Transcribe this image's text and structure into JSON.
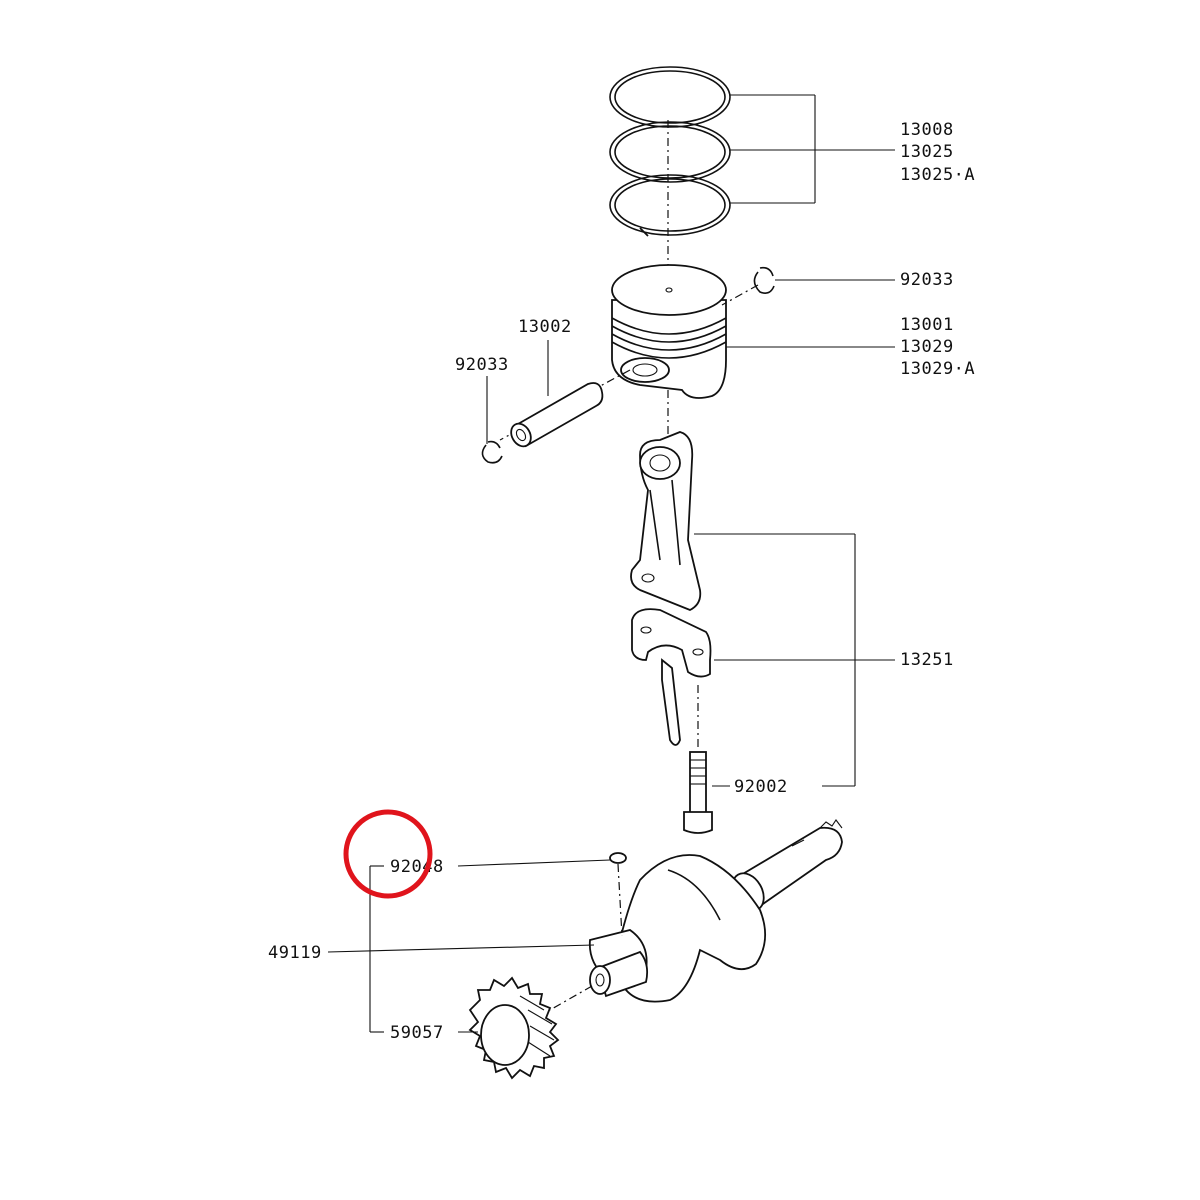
{
  "diagram": {
    "labels": {
      "ring_set_1": "13008",
      "ring_set_2": "13025",
      "ring_set_3": "13025·A",
      "circlip_right": "92033",
      "piston_1": "13001",
      "piston_2": "13029",
      "piston_3": "13029·A",
      "piston_pin": "13002",
      "circlip_left": "92033",
      "connecting_rod": "13251",
      "rod_bolt": "92002",
      "woodruff_key": "92048",
      "crankshaft": "49119",
      "crank_gear": "59057"
    },
    "highlight": {
      "color": "#e0141c",
      "target": "woodruff_key"
    },
    "line_color": "#111111"
  }
}
